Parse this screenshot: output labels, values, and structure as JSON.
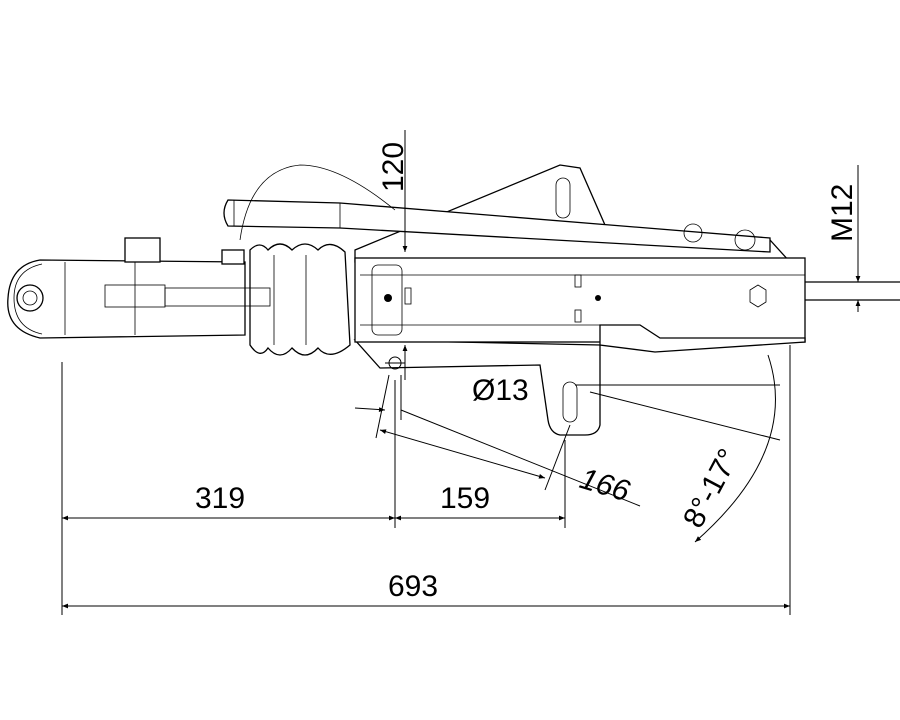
{
  "title": "Overrun coupling dimension drawing",
  "dimensions": {
    "height_120": "120",
    "thread_m12": "M12",
    "hole_diameter": "Ø13",
    "slot_distance": "166",
    "angle_range": "8°-17°",
    "dist_319": "319",
    "dist_159": "159",
    "overall_693": "693"
  },
  "colors": {
    "line": "#000000",
    "background": "#ffffff"
  }
}
